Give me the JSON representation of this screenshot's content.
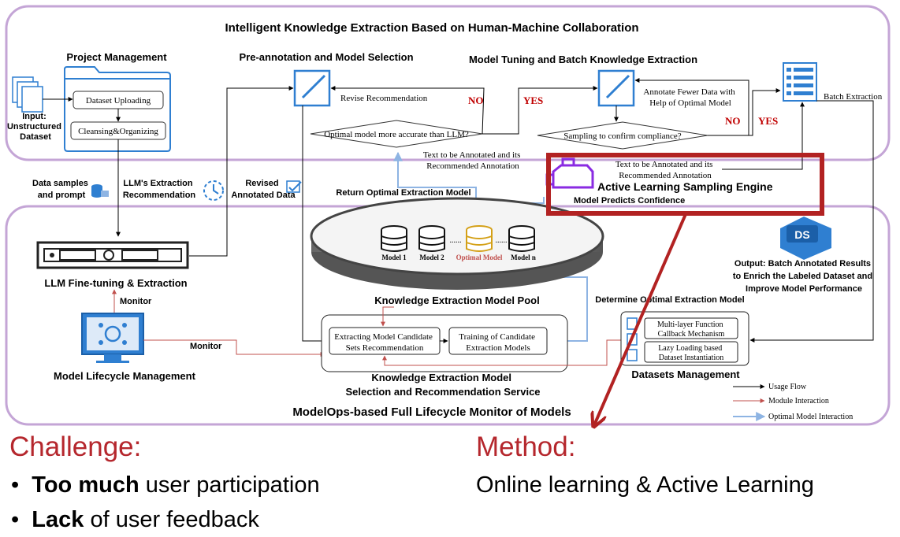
{
  "top_panel": {
    "title": "Intelligent Knowledge Extraction Based on Human-Machine Collaboration"
  },
  "project_management": {
    "heading": "Project Management",
    "input_label": [
      "Input:",
      "Unstructured",
      "Dataset"
    ],
    "step1": "Dataset Uploading",
    "step2": "Cleansing&Organizing"
  },
  "pre_annotation": {
    "heading": "Pre-annotation and Model Selection",
    "revise": "Revise Recommendation",
    "question": "Optimal model more accurate than LLM?",
    "no": "NO",
    "yes": "YES",
    "text_annot": [
      "Text to be Annotated and its",
      "Recommended Annotation"
    ],
    "return_model": "Return Optimal Extraction Model"
  },
  "tuning": {
    "heading": "Model Tuning and Batch Knowledge Extraction",
    "annotate_fewer": [
      "Annotate Fewer Data with",
      "Help of Optimal Model"
    ],
    "question": "Sampling to confirm compliance?",
    "no": "NO",
    "yes": "YES",
    "batch": "Batch Extraction",
    "text_annot": [
      "Text to be Annotated and its",
      "Recommended Annotation"
    ],
    "engine": "Active Learning Sampling Engine",
    "confidence": "Model Predicts Confidence"
  },
  "mid_labels": {
    "data_samples": [
      "Data samples",
      "and prompt"
    ],
    "llm_rec": [
      "LLM's  Extraction",
      "Recommendation"
    ],
    "revised": [
      "Revised",
      "Annotated Data"
    ]
  },
  "bottom_panel": {
    "title": "ModelOps-based Full Lifecycle Monitor of Models",
    "llm_label": "LLM Fine-tuning & Extraction",
    "monitor1": "Monitor",
    "monitor2": "Monitor",
    "lifecycle": "Model Lifecycle Management",
    "pool_title": "Knowledge Extraction Model Pool",
    "models": [
      "Model 1",
      "Model  2",
      "Optimal Model",
      "Model  n"
    ],
    "dots": "......",
    "service_box1": [
      "Extracting Model Candidate",
      "Sets Recommendation"
    ],
    "service_box2": [
      "Training of Candidate",
      "Extraction Models"
    ],
    "service_label": [
      "Knowledge Extraction Model",
      "Selection and Recommendation Service"
    ],
    "determine": "Determine Optimal Extraction Model",
    "ds_badge": "DS",
    "output": [
      "Output: Batch Annotated Results",
      "to Enrich the Labeled Dataset and",
      "Improve Model Performance"
    ],
    "datasets_box1": [
      "Multi-layer Function",
      "Callback Mechanism"
    ],
    "datasets_box2": [
      "Lazy Loading based",
      "Dataset Instantiation"
    ],
    "datasets_label": "Datasets Management",
    "legend": [
      "Usage Flow",
      "Module Interaction",
      "Optimal Model Interaction"
    ]
  },
  "challenge": {
    "heading": "Challenge:",
    "bullets": [
      {
        "bold": "Too much",
        "rest": " user participation"
      },
      {
        "bold": "Lack",
        "rest": " of user feedback"
      }
    ]
  },
  "method": {
    "heading": "Method:",
    "text": "Online learning & Active Learning"
  },
  "colors": {
    "panel_border": "#c4a5d6",
    "blue": "#2f7fd1",
    "light_blue": "#8eb4e3",
    "red": "#c0504d",
    "highlight": "#b22222",
    "challenge": "#b5272d"
  }
}
